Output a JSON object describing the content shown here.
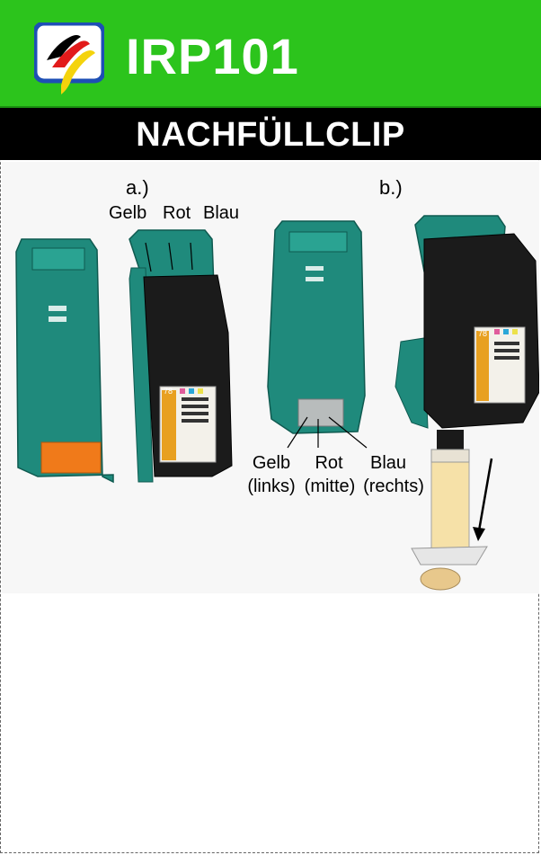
{
  "header": {
    "product_code": "IRP101",
    "logo_icon": "flag-brush-logo-icon",
    "background_color": "#2cc41c"
  },
  "title_bar": {
    "title": "NACHFÜLLCLIP"
  },
  "figure": {
    "label_a": "a.)",
    "label_b": "b.)",
    "top_labels": [
      "Gelb",
      "Rot",
      "Blau"
    ],
    "bottom_labels": [
      {
        "color": "Gelb",
        "position": "(links)"
      },
      {
        "color": "Rot",
        "position": "(mitte)"
      },
      {
        "color": "Blau",
        "position": "(rechts)"
      }
    ],
    "cartridge_number": "78"
  }
}
